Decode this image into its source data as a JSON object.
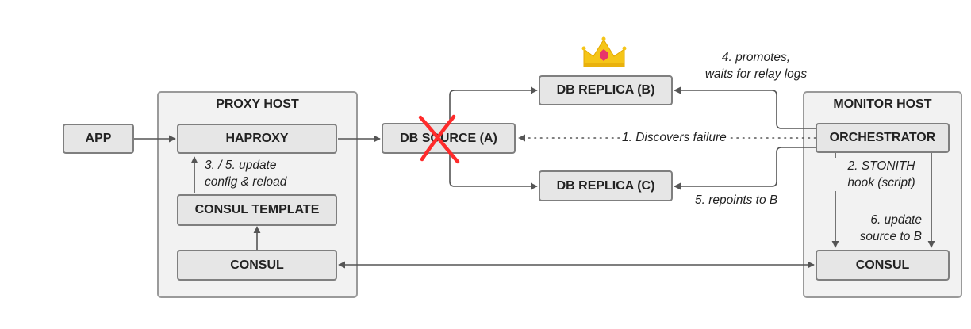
{
  "containers": {
    "proxy_host": "PROXY HOST",
    "monitor_host": "MONITOR HOST"
  },
  "nodes": {
    "app": "APP",
    "haproxy": "HAPROXY",
    "consul_template": "CONSUL TEMPLATE",
    "consul_proxy": "CONSUL",
    "db_source": "DB SOURCE (A)",
    "db_replica_b": "DB REPLICA (B)",
    "db_replica_c": "DB REPLICA (C)",
    "orchestrator": "ORCHESTRATOR",
    "consul_monitor": "CONSUL"
  },
  "labels": {
    "update_config_line1": "3. / 5. update",
    "update_config_line2": "config & reload",
    "discovers_failure": "1. Discovers failure",
    "promotes_line1": "4. promotes,",
    "promotes_line2": "waits for relay logs",
    "repoints": "5. repoints to B",
    "stonith_line1": "2. STONITH",
    "stonith_line2": "hook (script)",
    "update_source_line1": "6. update",
    "update_source_line2": "source to B"
  },
  "colors": {
    "node_fill": "#e6e6e6",
    "node_border": "#7f7f7f",
    "container_fill": "#f2f2f2",
    "container_border": "#9a9a9a",
    "arrow": "#555555",
    "failure_cross": "#ff2b2b",
    "crown_gold": "#f5c518",
    "crown_gem": "#e8356b"
  },
  "icons": {
    "failure_marker": "red-x-icon",
    "promoted_marker": "crown-icon"
  }
}
